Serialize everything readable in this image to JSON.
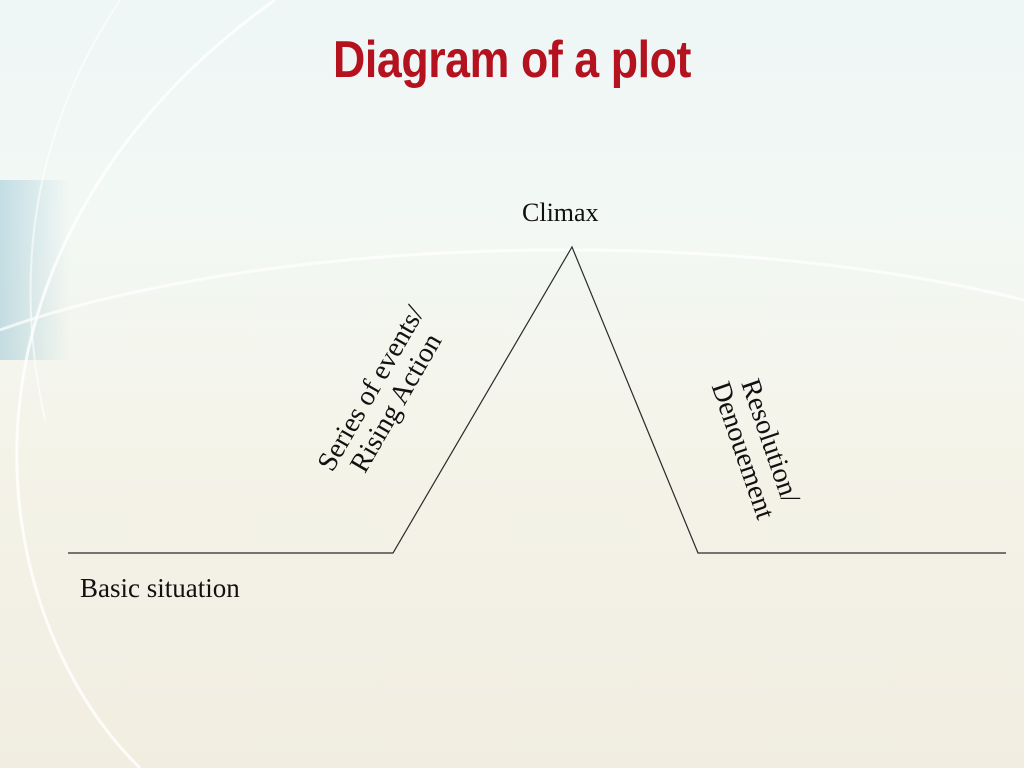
{
  "slide": {
    "title": "Diagram of a plot"
  },
  "diagram": {
    "climax": "Climax",
    "basic_situation": "Basic situation",
    "rising_action": [
      "Series of events/",
      "Rising Action"
    ],
    "resolution": [
      "Resolution/",
      "Denouement"
    ]
  },
  "colors": {
    "title": "#b3121e",
    "line": "#2a2a2a",
    "text": "#111111"
  }
}
